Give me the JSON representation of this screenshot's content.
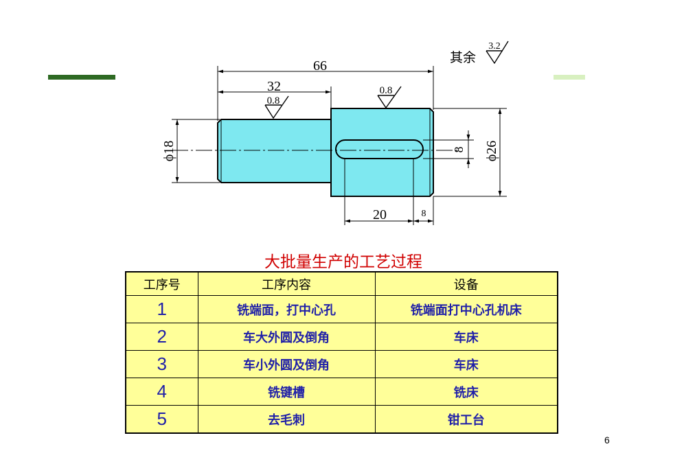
{
  "drawing": {
    "roughness_label": "其余",
    "roughness_rest": "3.2",
    "roughness_a": "0.8",
    "roughness_b": "0.8",
    "dim_total": "66",
    "dim_small_len": "32",
    "dim_keyway_len": "20",
    "dim_keyway_off": "8",
    "dim_keyway_w": "8",
    "dim_small_dia": "ϕ18",
    "dim_large_dia": "ϕ26"
  },
  "title": "大批量生产的工艺过程",
  "table": {
    "headers": [
      "工序号",
      "工序内容",
      "设备"
    ],
    "rows": [
      {
        "no": "1",
        "content": "铣端面，打中心孔",
        "equipment": "铣端面打中心孔机床"
      },
      {
        "no": "2",
        "content": "车大外圆及倒角",
        "equipment": "车床"
      },
      {
        "no": "3",
        "content": "车小外圆及倒角",
        "equipment": "车床"
      },
      {
        "no": "4",
        "content": "铣键槽",
        "equipment": "铣床"
      },
      {
        "no": "5",
        "content": "去毛刺",
        "equipment": "钳工台"
      }
    ]
  },
  "page_number": "6",
  "colors": {
    "part_fill": "#7ee8f0",
    "title": "#d00000",
    "table_bg": "#ffff99",
    "table_text": "#1f1fa8"
  }
}
